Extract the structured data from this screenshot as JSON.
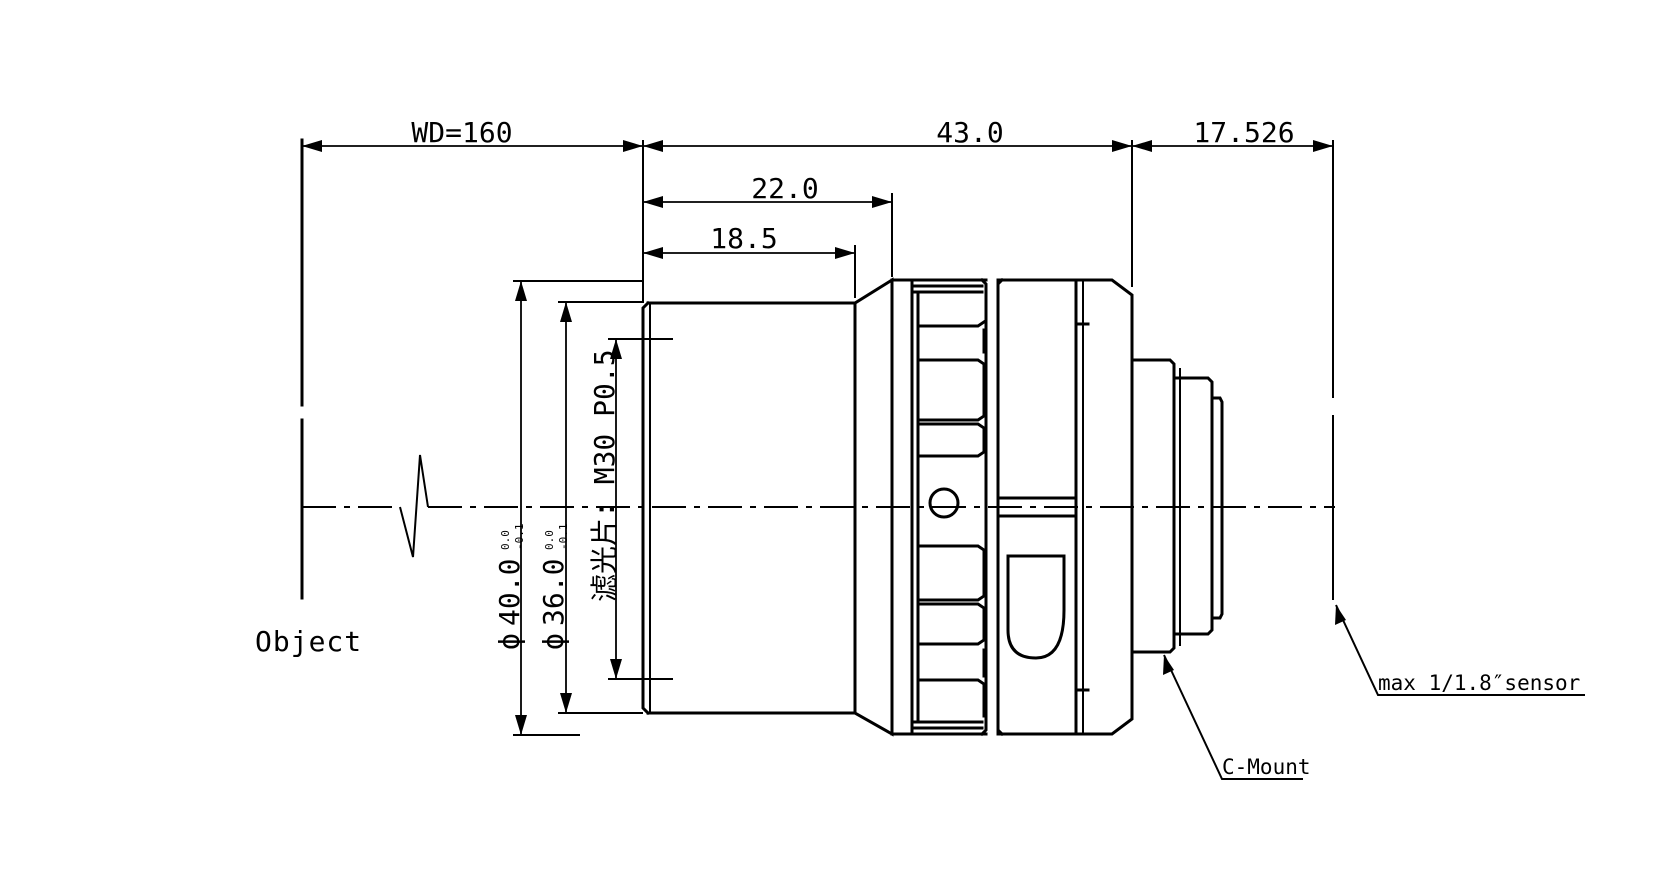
{
  "dimensions": {
    "working_distance": "WD=160",
    "body_length": "43.0",
    "flange_back": "17.526",
    "front_length_1": "22.0",
    "front_length_2": "18.5",
    "outer_diameter": "40.0",
    "barrel_diameter": "36.0",
    "diameter_symbol": "ϕ",
    "tolerance_upper": "0.0",
    "tolerance_lower": "-0.1",
    "filter_thread": "滤光片: M30 P0.5"
  },
  "labels": {
    "object": "Object",
    "sensor": "max 1/1.8″sensor",
    "mount": "C-Mount"
  }
}
